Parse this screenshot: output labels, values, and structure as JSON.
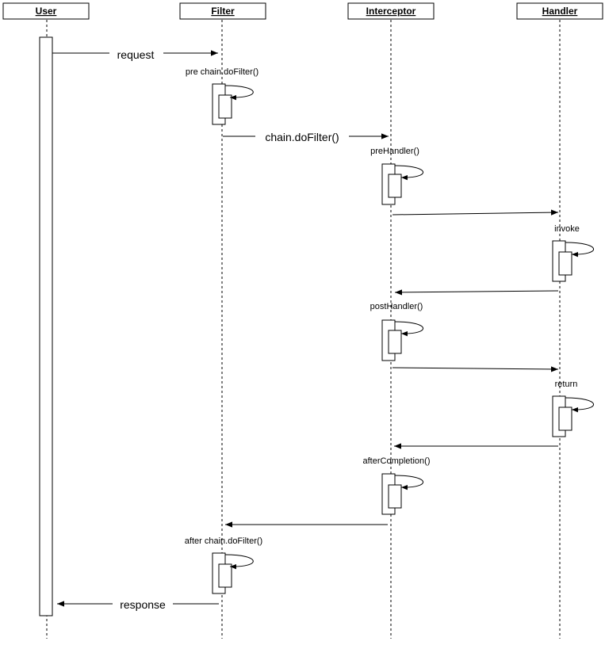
{
  "lifelines": {
    "user": "User",
    "filter": "Filter",
    "interceptor": "Interceptor",
    "handler": "Handler"
  },
  "messages": {
    "request": "request",
    "chain_do_filter": "chain.doFilter()",
    "response": "response"
  },
  "notes": {
    "pre_chain_do_filter": "pre chain.doFilter()",
    "pre_handler": "preHandler()",
    "invoke": "invoke",
    "post_handler": "postHandler()",
    "return": "return",
    "after_completion": "afterCompletion()",
    "after_chain_do_filter": "after chain.doFilter()"
  }
}
